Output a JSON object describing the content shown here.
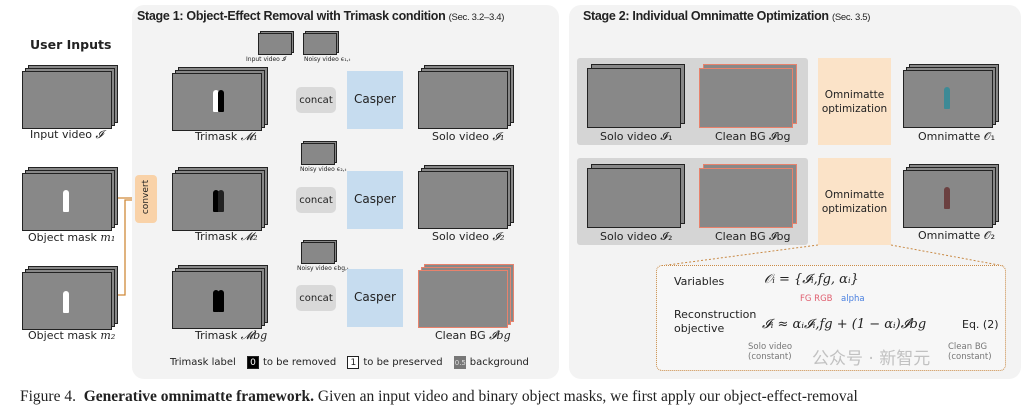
{
  "inputs": {
    "title": "User Inputs",
    "input_video": "Input video",
    "input_sym": "𝓘",
    "mask1": "Object mask",
    "mask1_sym": "m₁",
    "mask2": "Object mask",
    "mask2_sym": "m₂",
    "convert": "convert"
  },
  "stage1": {
    "title": "Stage 1: Object-Effect Removal with Trimask condition",
    "sec": "(Sec. 3.2–3.4)",
    "small_input": "Input video 𝓘",
    "noisy1": "Noisy video ϵ₁,ₜ",
    "noisy2": "Noisy video ϵ₂,ₜ",
    "noisybg": "Noisy video ϵbg,ₜ",
    "trimask": "Trimask",
    "m1": "𝓜₁",
    "m2": "𝓜₂",
    "mbg": "𝓜bg",
    "concat": "concat",
    "casper": "Casper",
    "solo1": "Solo video",
    "solo1_sym": "𝓘₁",
    "solo2": "Solo video",
    "solo2_sym": "𝓘₂",
    "clean": "Clean BG",
    "clean_sym": "𝓘bg",
    "legend": {
      "label": "Trimask label",
      "k0": "0",
      "t0": "to be removed",
      "k1": "1",
      "t1": "to be preserved",
      "k5": "0.5",
      "t5": "background"
    }
  },
  "stage2": {
    "title": "Stage 2: Individual Omnimatte Optimization",
    "sec": "(Sec. 3.5)",
    "solo1": "Solo video 𝓘₁",
    "solo2": "Solo video 𝓘₂",
    "clean": "Clean BG 𝓘bg",
    "opt": "Omnimatte optimization",
    "om1": "Omnimatte 𝒪₁",
    "om2": "Omnimatte 𝒪₂",
    "variables": "Variables",
    "var_eq": "𝒪ᵢ = {𝓘ᵢ,fg, αᵢ}",
    "fg_rgb": "FG RGB",
    "alpha": "alpha",
    "recon": "Reconstruction objective",
    "recon_eq": "𝓘ᵢ ≈ αᵢ𝓘ᵢ,fg + (1 − αᵢ)𝓘bg",
    "eqnum": "Eq. (2)",
    "solo_const": "Solo video (constant)",
    "clean_const": "Clean BG (constant)"
  },
  "watermark": "公众号 · 新智元",
  "caption": {
    "fig": "Figure 4.",
    "bold": "Generative omnimatte framework.",
    "rest": " Given an input video and binary object masks, we first apply our object-effect-removal"
  }
}
